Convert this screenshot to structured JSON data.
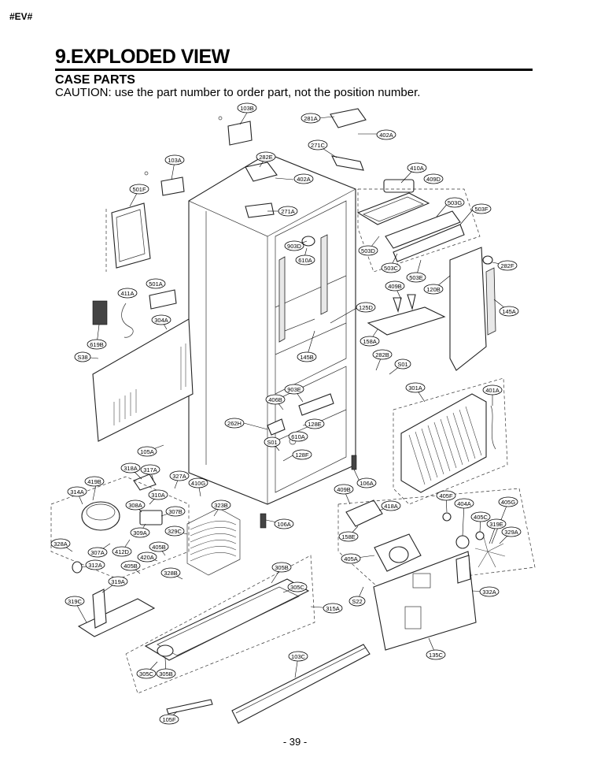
{
  "doc": {
    "corner_tag": "#EV#",
    "title": "9.EXPLODED VIEW",
    "subtitle": "CASE PARTS",
    "caution": "CAUTION: use the part number to order part, not the position number.",
    "page_number": "- 39 -"
  },
  "labels": {
    "l103B": "103B",
    "l281A": "281A",
    "l402A_1": "402A",
    "l282E": "282E",
    "l271C": "271C",
    "l103A": "103A",
    "l402A_2": "402A",
    "l410A": "410A",
    "l409D": "409D",
    "l501F": "501F",
    "l271A": "271A",
    "l503G": "503G",
    "l503F": "503F",
    "l903D": "903D",
    "l610A_1": "610A",
    "l503D": "503D",
    "l503C": "503C",
    "l503E": "503E",
    "l282F": "282F",
    "l501A": "501A",
    "l409B": "409B",
    "l120B": "120B",
    "l411A": "411A",
    "l125D": "125D",
    "l145A": "145A",
    "l304A": "304A",
    "l158A": "158A",
    "l619B": "619B",
    "l145B": "145B",
    "l282B": "282B",
    "lS38": "S38",
    "lS01_1": "S01",
    "l903E": "903E",
    "l301A": "301A",
    "l401A": "401A",
    "l406B": "406B",
    "l262H": "262H",
    "l128E": "128E",
    "l610A_2": "610A",
    "lS01_2": "S01",
    "l105A": "105A",
    "l128F": "128F",
    "l318A": "318A",
    "l317A": "317A",
    "l327A": "327A",
    "l106A_1": "106A",
    "l419B": "419B",
    "l410G": "410G",
    "l409B_2": "409B",
    "l314A": "314A",
    "l310A": "310A",
    "l323B": "323B",
    "l405F": "405F",
    "l308A": "308A",
    "l307B": "307B",
    "l418A": "418A",
    "l404A": "404A",
    "l405G": "405G",
    "l106A_2": "106A",
    "l405C": "405C",
    "l319E": "319E",
    "l329C": "329C",
    "l309A": "309A",
    "l158E": "158E",
    "l329A": "329A",
    "l328A": "328A",
    "l307A": "307A",
    "l412D": "412D",
    "l405B_1": "405B",
    "l420A": "420A",
    "l405A": "405A",
    "l312A": "312A",
    "l405B_2": "405B",
    "l328B": "328B",
    "l305B_1": "305B",
    "l319A": "319A",
    "l305C_1": "305C",
    "l332A": "332A",
    "l319C": "319C",
    "l315A": "315A",
    "lS22": "S22",
    "l103C": "103C",
    "l135C": "135C",
    "l305C_2": "305C",
    "l305B_2": "305B",
    "l105F": "105F"
  }
}
